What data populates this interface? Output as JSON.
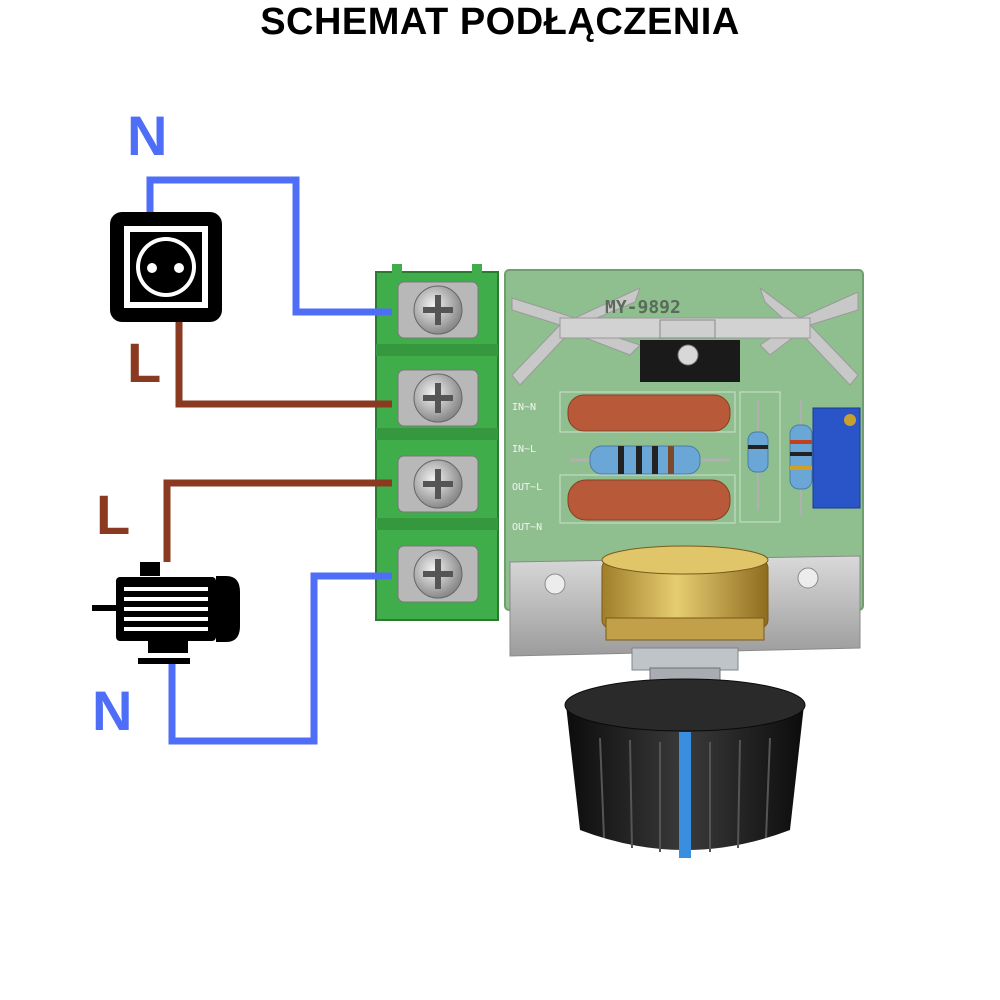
{
  "title": "SCHEMAT PODŁĄCZENIA",
  "labels": {
    "socket_neutral": "N",
    "socket_live": "L",
    "motor_live": "L",
    "motor_neutral": "N"
  },
  "board": {
    "model": "MY-9892",
    "pins": [
      "IN~N",
      "IN~L",
      "OUT~L",
      "OUT~N"
    ]
  },
  "colors": {
    "neutral_wire": "#4f6ef7",
    "live_wire": "#8b3a22",
    "terminal_block": "#3fae4a",
    "pcb": "#8fbf8f",
    "potentiometer": "#c9a442",
    "knob": "#1d1d1d",
    "knob_marker": "#3a8ee0"
  },
  "icons": {
    "socket": "power-socket-icon",
    "motor": "electric-motor-icon"
  }
}
